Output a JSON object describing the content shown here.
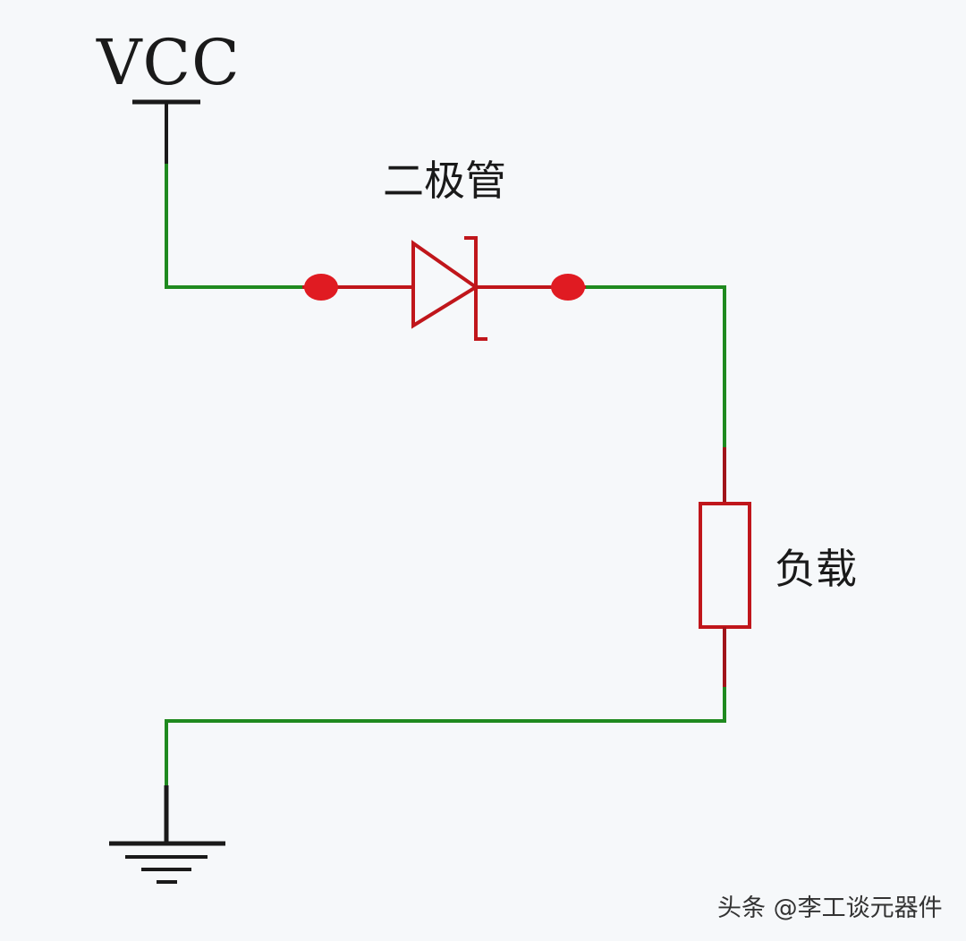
{
  "labels": {
    "supply": "VCC",
    "diode": "二极管",
    "load": "负载",
    "watermark": "头条 @李工谈元器件"
  },
  "colors": {
    "background": "#f6f8fa",
    "wire": "#1f8a1f",
    "component": "#c0161b",
    "terminal": "#1a1a1a",
    "text": "#1a1a1a"
  }
}
